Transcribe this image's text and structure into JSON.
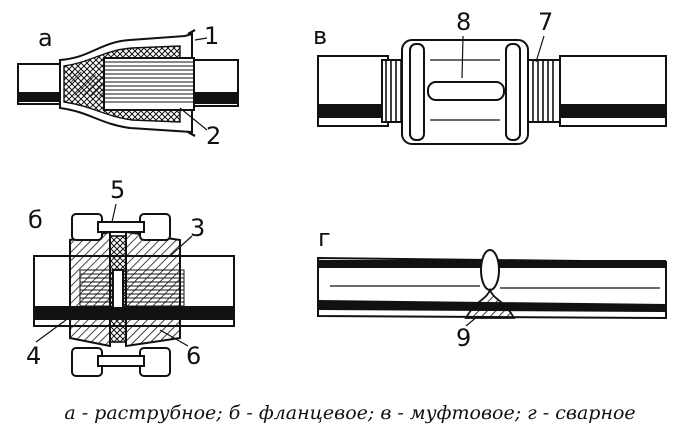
{
  "panels": {
    "a": {
      "letter": "а",
      "callouts": [
        "1",
        "2"
      ]
    },
    "b": {
      "letter": "б",
      "callouts": [
        "5",
        "3",
        "4",
        "6"
      ]
    },
    "v": {
      "letter": "в",
      "callouts": [
        "8",
        "7"
      ]
    },
    "g": {
      "letter": "г",
      "callouts": [
        "9"
      ]
    }
  },
  "caption": "а - раструбное;  б - фланцевое;  в - муфтовое;  г - сварное"
}
